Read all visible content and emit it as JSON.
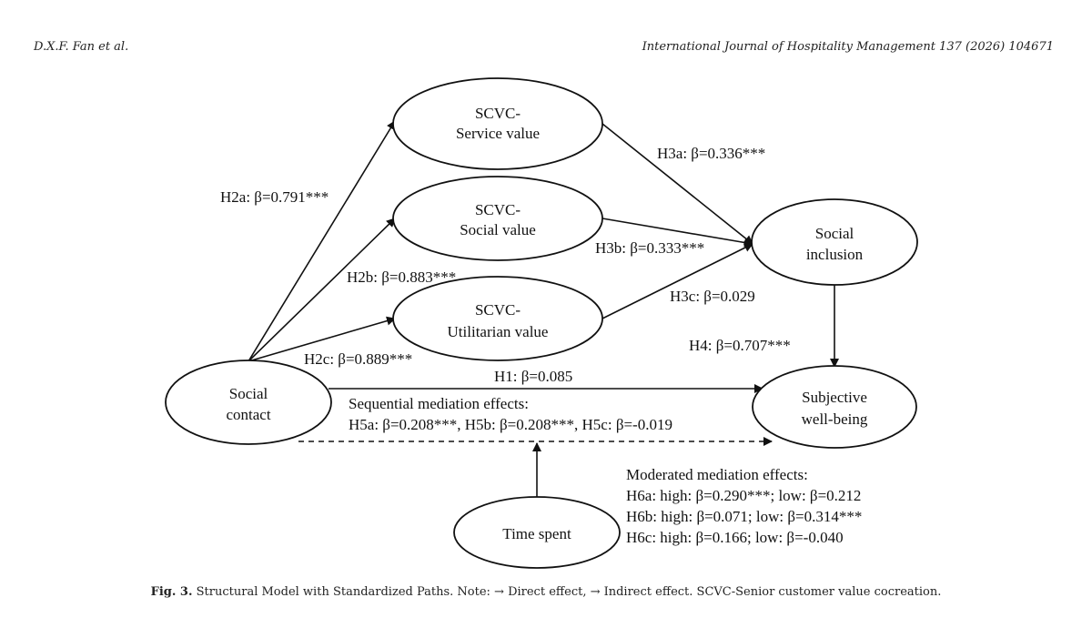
{
  "header": {
    "authors": "D.X.F. Fan et al.",
    "journal": "International Journal of Hospitality Management 137 (2026) 104671"
  },
  "nodes": {
    "service_value": [
      "SCVC-",
      "Service value"
    ],
    "social_value": [
      "SCVC-",
      "Social value"
    ],
    "utilitarian_value": [
      "SCVC-",
      "Utilitarian value"
    ],
    "social_inclusion": [
      "Social",
      "inclusion"
    ],
    "social_contact": [
      "Social",
      "contact"
    ],
    "subjective_wellbeing": [
      "Subjective",
      "well-being"
    ],
    "time_spent": [
      "Time spent"
    ]
  },
  "paths": {
    "h2a": "H2a: β=0.791***",
    "h2b": "H2b: β=0.883***",
    "h2c": "H2c: β=0.889***",
    "h3a": "H3a: β=0.336***",
    "h3b": "H3b: β=0.333***",
    "h3c": "H3c: β=0.029",
    "h4": "H4: β=0.707***",
    "h1": "H1: β=0.085"
  },
  "sequential": {
    "title": "Sequential mediation effects:",
    "values": "H5a: β=0.208***, H5b: β=0.208***, H5c: β=-0.019"
  },
  "moderated": {
    "title": "Moderated mediation effects:",
    "lines": [
      "H6a: high: β=0.290***; low: β=0.212",
      "H6b: high: β=0.071; low: β=0.314***",
      "H6c: high: β=0.166; low: β=-0.040"
    ]
  },
  "caption": {
    "label": "Fig. 3.",
    "text": "Structural Model with Standardized Paths. Note: → Direct effect, → Indirect effect. SCVC-Senior customer value cocreation."
  }
}
